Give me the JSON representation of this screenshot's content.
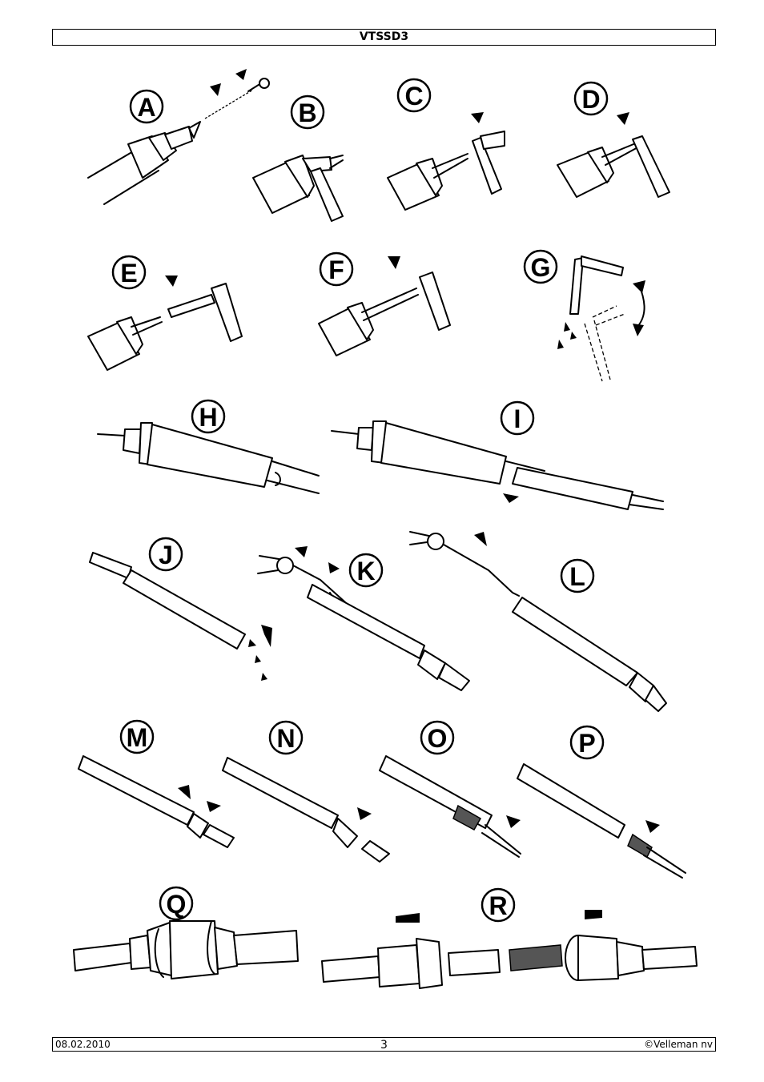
{
  "header": {
    "title": "VTSSD3"
  },
  "figure_labels": [
    "A",
    "B",
    "C",
    "D",
    "E",
    "F",
    "G",
    "H",
    "I",
    "J",
    "K",
    "L",
    "M",
    "N",
    "O",
    "P",
    "Q",
    "R"
  ],
  "footer": {
    "date": "08.02.2010",
    "page": "3",
    "copyright": "©Velleman nv"
  }
}
